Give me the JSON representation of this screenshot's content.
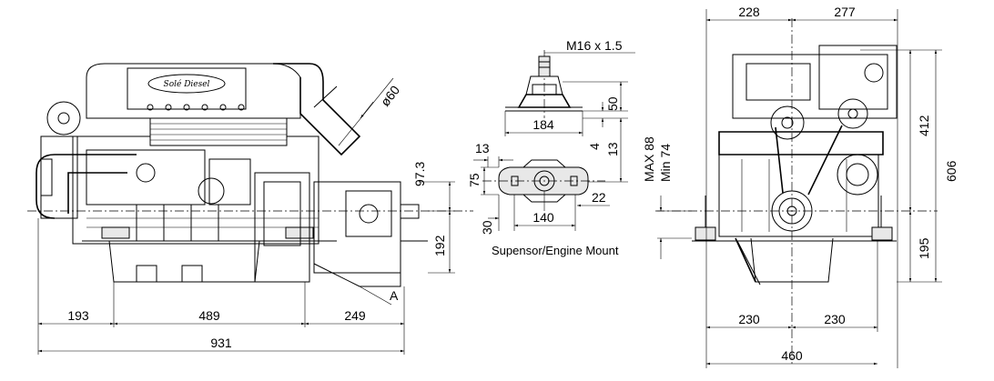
{
  "side_view": {
    "d_193": "193",
    "d_489": "489",
    "d_249": "249",
    "d_931": "931",
    "d_97_3": "97.3",
    "d_192": "192",
    "d_60": "ø60",
    "label_a": "A",
    "logo": "Solé Diesel"
  },
  "mount": {
    "thread": "M16 x 1.5",
    "d_184": "184",
    "d_50": "50",
    "d_4": "4",
    "d_13_right": "13",
    "d_13_top": "13",
    "d_75": "75",
    "d_22": "22",
    "d_30": "30",
    "d_140": "140",
    "caption": "Supensor/Engine Mount"
  },
  "front_view": {
    "d_228": "228",
    "d_277": "277",
    "d_412": "412",
    "d_606": "606",
    "d_max": "MAX  88",
    "d_min": "Min  74",
    "d_195": "195",
    "d_230_left": "230",
    "d_230_right": "230",
    "d_460": "460"
  }
}
